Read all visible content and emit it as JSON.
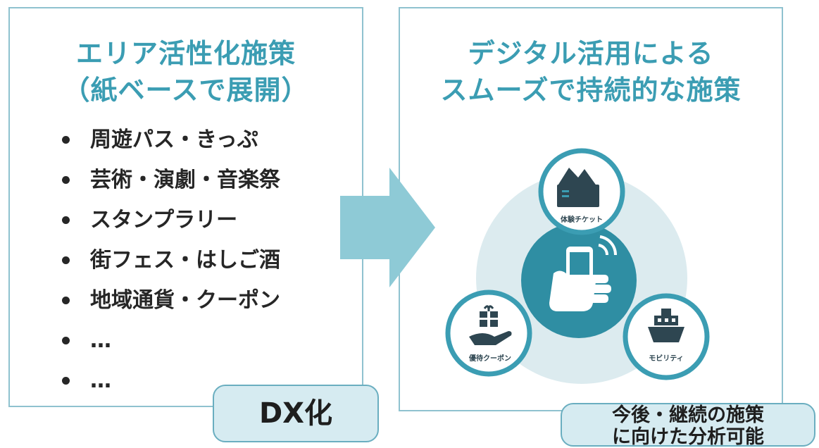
{
  "left_panel": {
    "title_lines": [
      "エリア活性化施策",
      "（紙ベースで展開）"
    ],
    "items": [
      "周遊パス・きっぷ",
      "芸術・演劇・音楽祭",
      "スタンプラリー",
      "街フェス・はしご酒",
      "地域通貨・クーポン",
      "…",
      "…"
    ]
  },
  "right_panel": {
    "title_lines": [
      "デジタル活用による",
      "スムーズで持続的な施策"
    ],
    "diagram": {
      "top_label": "体験チケット",
      "left_label": "優待クーポン",
      "right_label": "モビリティ"
    }
  },
  "callouts": {
    "dx": "DX化",
    "future_lines": [
      "今後・継続の施策",
      "に向けた分析可能"
    ]
  },
  "colors": {
    "accent": "#3b9db3",
    "panel_border": "#8fc2cf",
    "arrow": "#8ecad6",
    "callout_fill": "#d6ebf1",
    "circle_bg": "#dcebef",
    "center_circle": "#2f8ea3",
    "icon_dark": "#2e4651"
  }
}
